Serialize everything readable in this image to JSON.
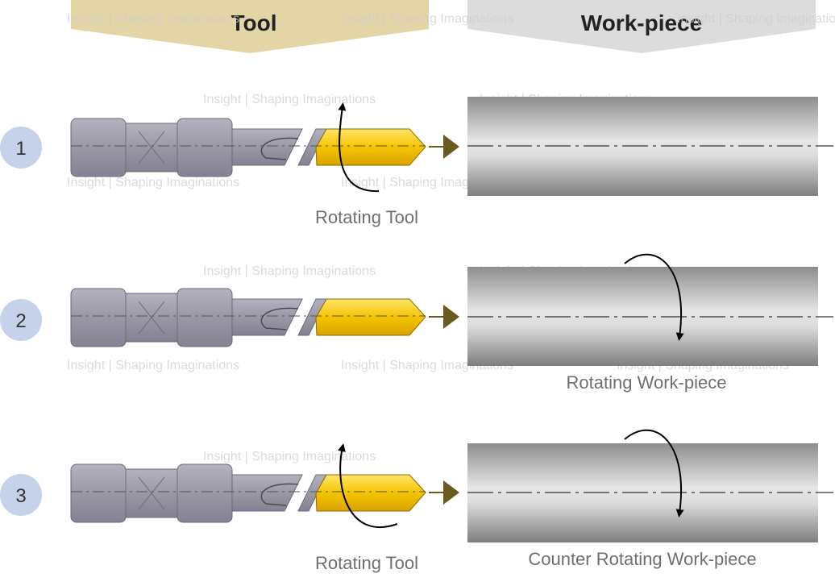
{
  "headers": {
    "tool": "Tool",
    "workpiece": "Work-piece"
  },
  "colors": {
    "tool_header": "#e3d5a5",
    "workpiece_header": "#dcdcdc",
    "step_circle": "#c5d2ea",
    "tool_body": "#9a98a6",
    "insert": "#f5c400",
    "feed_arrow": "#6b5a1e"
  },
  "steps": [
    {
      "number": "1",
      "tool_caption": "Rotating Tool",
      "workpiece_caption": "",
      "tool_rotates": true,
      "workpiece_rotates": false
    },
    {
      "number": "2",
      "tool_caption": "",
      "workpiece_caption": "Rotating Work-piece",
      "tool_rotates": false,
      "workpiece_rotates": true
    },
    {
      "number": "3",
      "tool_caption": "Rotating Tool",
      "workpiece_caption": "Counter Rotating Work-piece",
      "tool_rotates": true,
      "workpiece_rotates": true
    }
  ],
  "watermark": "Insight | Shaping Imaginations",
  "icons": {
    "rotation": "rotation-arrow-icon",
    "feed": "feed-arrow-icon"
  }
}
